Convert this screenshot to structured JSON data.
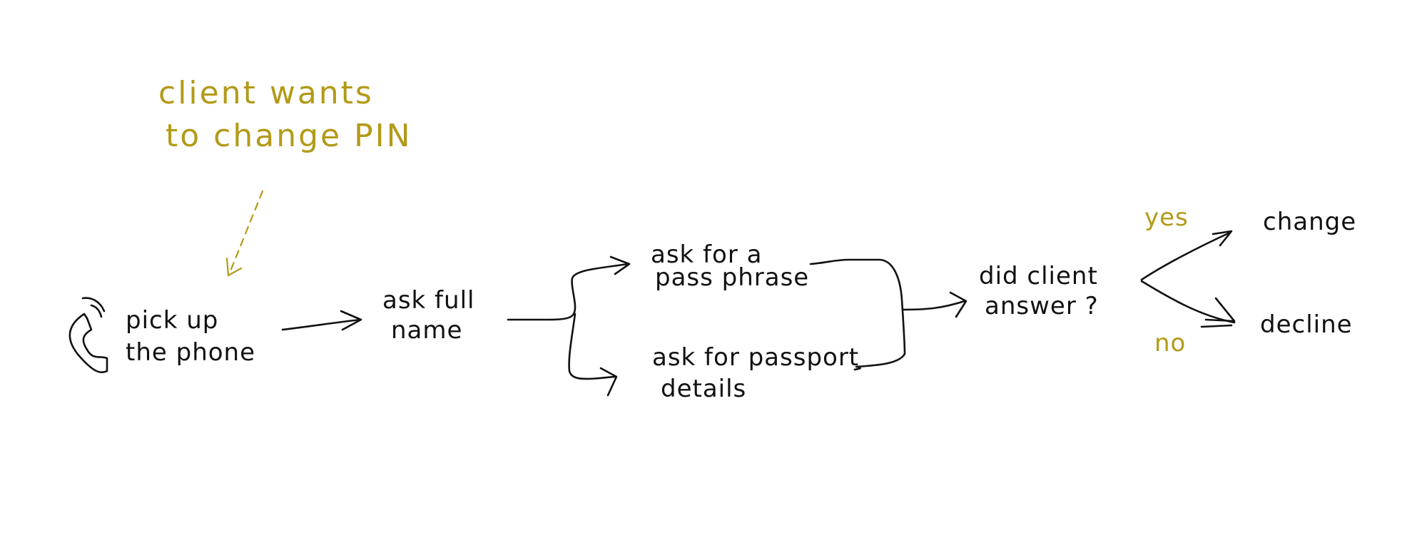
{
  "note": {
    "line1": "client wants",
    "line2": "to change PIN"
  },
  "nodes": {
    "pickup": {
      "line1": "pick up",
      "line2": "the phone"
    },
    "ask_name": {
      "line1": "ask full",
      "line2": "name"
    },
    "ask_phrase": {
      "line1": "ask for a",
      "line2": "pass phrase"
    },
    "ask_passport": {
      "line1": "ask for passport",
      "line2": "details"
    },
    "did_answer": {
      "line1": "did client",
      "line2": "answer ?"
    },
    "change": {
      "label": "change"
    },
    "decline": {
      "label": "decline"
    }
  },
  "branches": {
    "yes": "yes",
    "no": "no"
  },
  "colors": {
    "ink": "#111111",
    "accent": "#b39a18"
  },
  "icons": {
    "phone": "phone-icon"
  }
}
